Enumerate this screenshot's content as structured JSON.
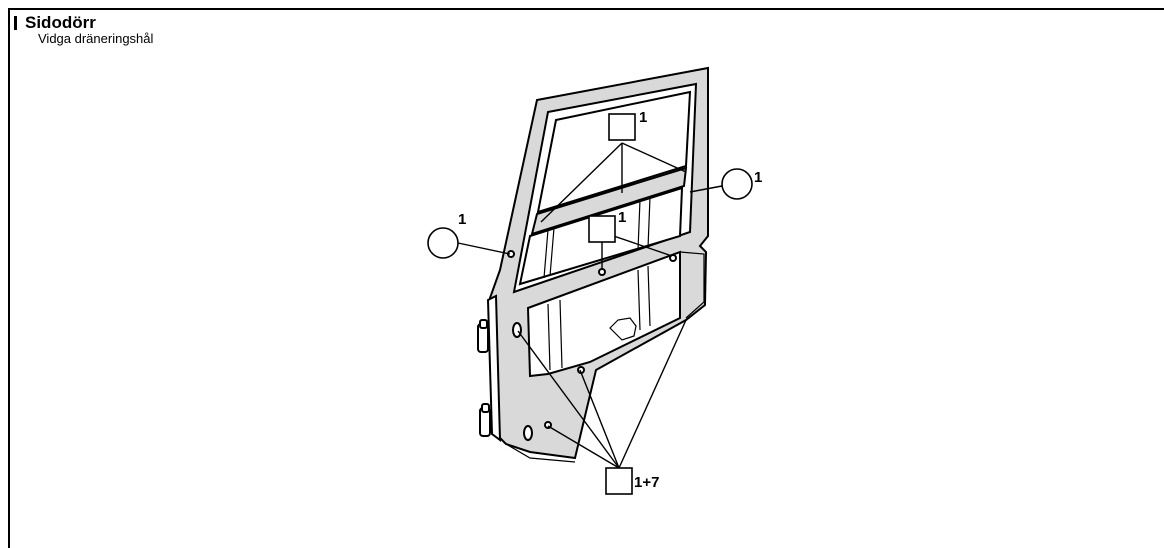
{
  "header": {
    "title": "Sidodörr",
    "subtitle": "Vidga dräneringshål"
  },
  "callouts": {
    "square_top": "1",
    "circle_right": "1",
    "circle_left": "1",
    "square_mid": "1",
    "square_bottom": "1+7"
  }
}
